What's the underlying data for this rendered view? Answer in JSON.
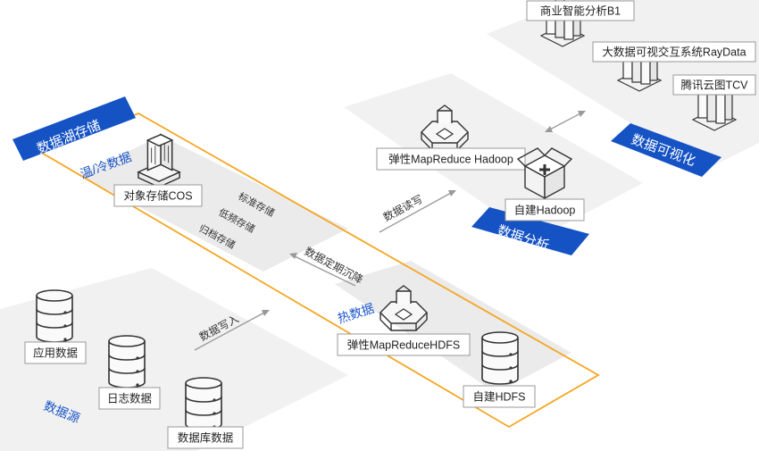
{
  "zones": {
    "lake_title": "数据湖存储",
    "warm_cold": "温/冷数据",
    "hot": "热数据",
    "source": "数据源",
    "analysis": "数据分析",
    "visualization": "数据可视化"
  },
  "nodes": {
    "cos": "对象存储COS",
    "app_data": "应用数据",
    "log_data": "日志数据",
    "db_data": "数据库数据",
    "emr_hdfs": "弹性MapReduceHDFS",
    "self_hdfs": "自建HDFS",
    "emr_hadoop": "弹性MapReduce Hadoop",
    "self_hadoop": "自建Hadoop",
    "bi": "商业智能分析B1",
    "raydata": "大数据可视交互系统RayData",
    "tcv": "腾讯云图TCV"
  },
  "storage_tiers": [
    "标准存储",
    "低频存储",
    "归档存储"
  ],
  "flows": {
    "write_in": "数据写入",
    "read_write": "数据读写",
    "settle": "数据定期沉降"
  },
  "colors": {
    "blue": "#1553c4",
    "orange": "#f5a623",
    "panel": "#efefef",
    "icon_stroke": "#333333"
  }
}
